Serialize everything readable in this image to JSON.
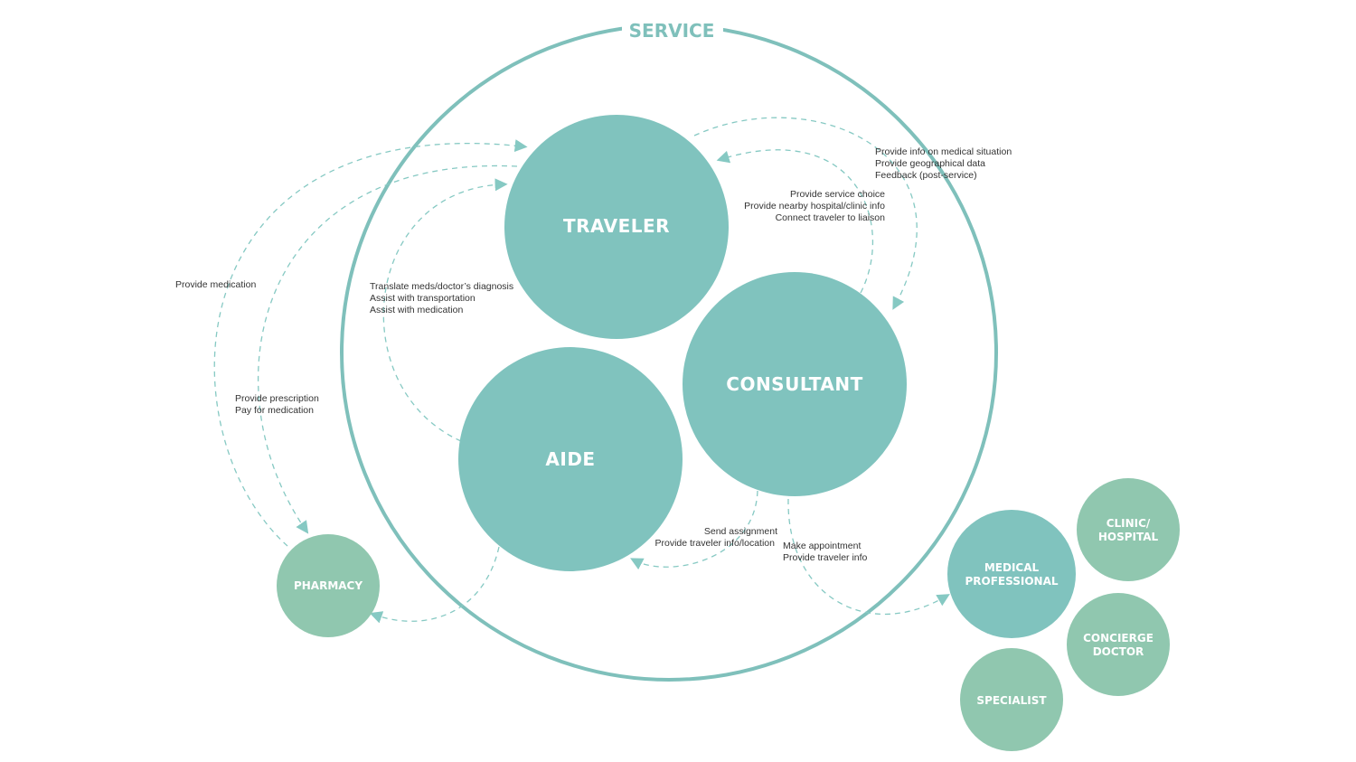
{
  "colors": {
    "teal": "#80c3be",
    "green": "#90c7af",
    "ring": "#7fc0bb",
    "arrow": "#86c9c3"
  },
  "service": {
    "title": "SERVICE"
  },
  "nodes": {
    "traveler": "TRAVELER",
    "consultant": "CONSULTANT",
    "aide": "AIDE",
    "pharmacy": "PHARMACY",
    "medical_professional": [
      "MEDICAL",
      "PROFESSIONAL"
    ],
    "clinic_hospital": [
      "CLINIC/",
      "HOSPITAL"
    ],
    "concierge_doctor": [
      "CONCIERGE",
      "DOCTOR"
    ],
    "specialist": "SPECIALIST"
  },
  "annotations": {
    "consultant_to_traveler": [
      "Provide info on medical situation",
      "Provide geographical data",
      "Feedback (post-service)"
    ],
    "traveler_to_consultant": [
      "Provide service choice",
      "Provide nearby hospital/clinic info",
      "Connect traveler to liaison"
    ],
    "aide_to_traveler": [
      "Translate meds/doctor’s diagnosis",
      "Assist with transportation",
      "Assist with medication"
    ],
    "pharmacy_to_traveler": [
      "Provide medication"
    ],
    "traveler_to_pharmacy": [
      "Provide prescription",
      "Pay for medication"
    ],
    "consultant_to_aide": [
      "Send assignment",
      "Provide traveler info/location"
    ],
    "consultant_to_medical": [
      "Make appointment",
      "Provide traveler info"
    ]
  }
}
